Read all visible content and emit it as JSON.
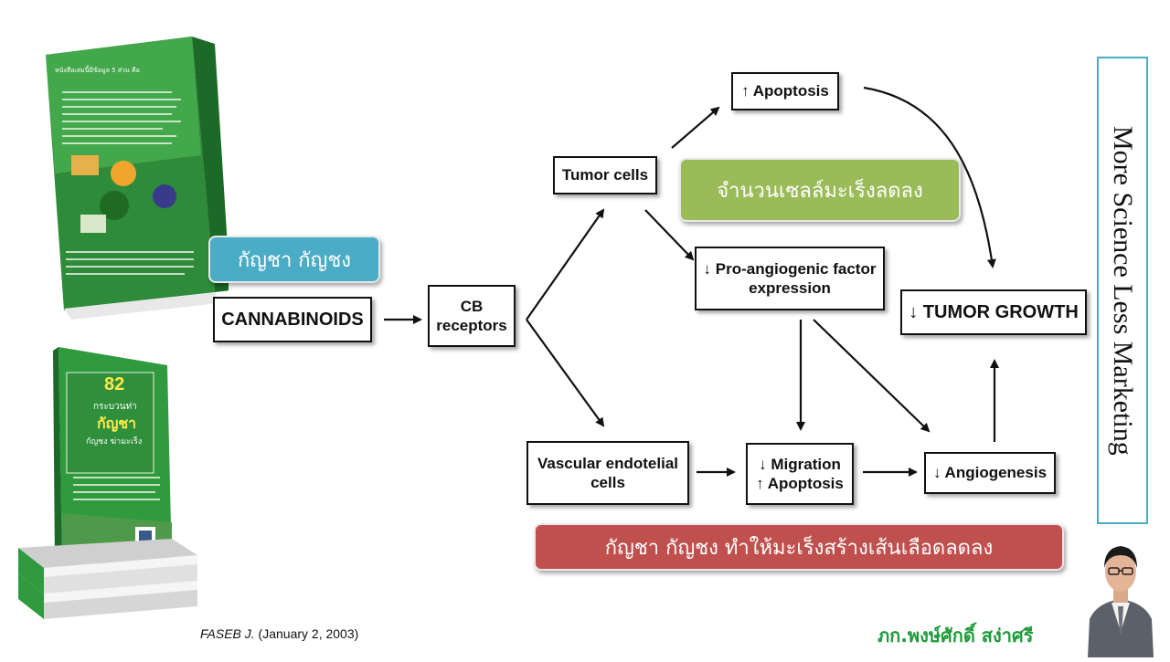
{
  "diagram": {
    "cannabinoids": "CANNABINOIDS",
    "cb_receptors": "CB receptors",
    "tumor_cells": "Tumor cells",
    "vascular_cells": "Vascular endotelial cells",
    "apoptosis": "↑ Apoptosis",
    "pro_angiogenic": "↓ Pro-angiogenic factor expression",
    "migration": "↓ Migration",
    "migration_apoptosis": "↑ Apoptosis",
    "angiogenesis": "↓ Angiogenesis",
    "tumor_growth": "↓ TUMOR GROWTH"
  },
  "labels": {
    "cannabis_thai": "กัญชา กัญชง",
    "cell_count_thai": "จำนวนเซลล์มะเร็งลดลง",
    "vessel_thai": "กัญชา กัญชง ทำให้มะเร็งสร้างเส้นเลือดลดลง"
  },
  "side_banner": "More Science Less Marketing",
  "citation_journal": "FASEB J.",
  "citation_date": " (January 2, 2003)",
  "author_name": "ภก.พงษ์ศักดิ์ สง่าศรี",
  "book_top": {
    "heading": "หนังสือเล่มนี้มีข้อมูล 5 ส่วน คือ"
  },
  "book_bottom": {
    "number": "82",
    "line1": "กระบวนท่า",
    "line2": "กัญชา",
    "line3": "กัญชง ฆ่ามะเร็ง"
  },
  "colors": {
    "teal": "#4bacc6",
    "olive_green": "#9bbb59",
    "red": "#c0504d",
    "author_green": "#1e9a3a"
  }
}
